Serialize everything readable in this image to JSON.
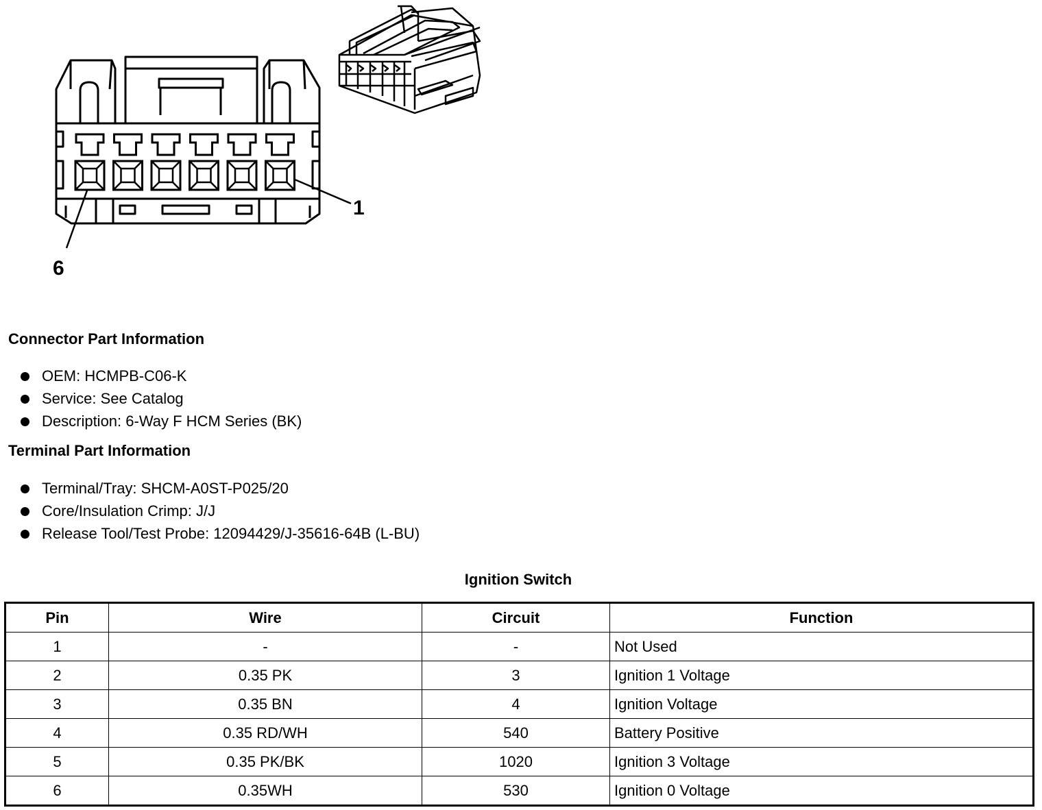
{
  "diagram": {
    "pin_first_label": "1",
    "pin_last_label": "6"
  },
  "connector_info": {
    "title": "Connector Part Information",
    "items": [
      "OEM: HCMPB-C06-K",
      "Service: See Catalog",
      "Description: 6-Way F HCM Series (BK)"
    ]
  },
  "terminal_info": {
    "title": "Terminal Part Information",
    "items": [
      "Terminal/Tray: SHCM-A0ST-P025/20",
      "Core/Insulation Crimp: J/J",
      "Release Tool/Test Probe: 12094429/J-35616-64B (L-BU)"
    ]
  },
  "table": {
    "title": "Ignition Switch",
    "headers": [
      "Pin",
      "Wire",
      "Circuit",
      "Function"
    ],
    "rows": [
      [
        "1",
        "-",
        "-",
        "Not Used"
      ],
      [
        "2",
        "0.35 PK",
        "3",
        "Ignition 1 Voltage"
      ],
      [
        "3",
        "0.35 BN",
        "4",
        "Ignition Voltage"
      ],
      [
        "4",
        "0.35 RD/WH",
        "540",
        "Battery Positive"
      ],
      [
        "5",
        "0.35 PK/BK",
        "1020",
        "Ignition 3 Voltage"
      ],
      [
        "6",
        "0.35WH",
        "530",
        "Ignition 0 Voltage"
      ]
    ]
  }
}
